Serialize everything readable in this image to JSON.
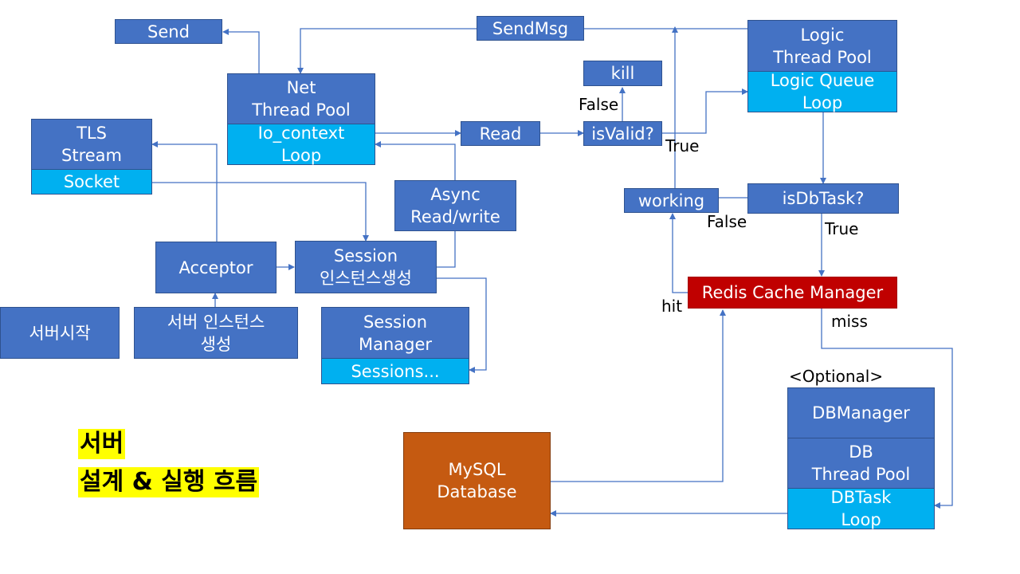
{
  "boxes": {
    "send": "Send",
    "send_msg": "SendMsg",
    "net_thread_pool": "Net\nThread Pool",
    "io_context_loop": "Io_context\nLoop",
    "tls_stream": "TLS\nStream",
    "socket": "Socket",
    "read": "Read",
    "is_valid": "isValid?",
    "kill": "kill",
    "logic_thread_pool": "Logic\nThread Pool",
    "logic_queue_loop": "Logic Queue\nLoop",
    "working": "working",
    "is_db_task": "isDbTask?",
    "async_read_write": "Async\nRead/write",
    "acceptor": "Acceptor",
    "session_instance_create": "Session\n인스턴스생성",
    "server_start": "서버시작",
    "server_instance_create": "서버 인스턴스\n생성",
    "session_manager": "Session\nManager",
    "sessions": "Sessions...",
    "redis_cache_manager": "Redis Cache Manager",
    "mysql_database": "MySQL\nDatabase",
    "db_manager": "DBManager",
    "db_thread_pool": "DB\nThread Pool",
    "dbtask_loop": "DBTask\nLoop"
  },
  "labels": {
    "kill_false": "False",
    "valid_true": "True",
    "working_false": "False",
    "dbtask_true": "True",
    "hit": "hit",
    "miss": "miss",
    "optional": "<Optional>"
  },
  "title": {
    "line1": "서버",
    "line2": "설계 & 실행 흐름"
  },
  "colors": {
    "box_blue": "#4472c4",
    "box_cyan": "#00b0f0",
    "redis_red": "#c00000",
    "mysql_orange": "#c55a11",
    "connector": "#4472c4",
    "title_highlight": "#ffff00"
  }
}
